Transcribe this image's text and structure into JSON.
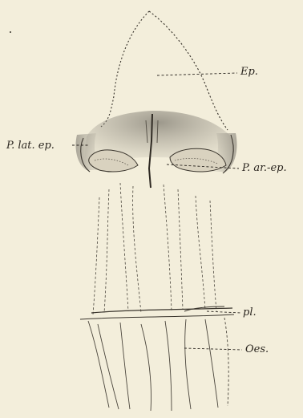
{
  "figure": {
    "labels": {
      "ep": "Ep.",
      "p_lat_ep": "P. lat. ep.",
      "p_ar_ep": "P. ar.-ep.",
      "pl": "pl.",
      "oes": "Oes."
    },
    "colors": {
      "paper": "#f3eedb",
      "ink": "#2b2620",
      "shade": "#8d877b"
    }
  }
}
